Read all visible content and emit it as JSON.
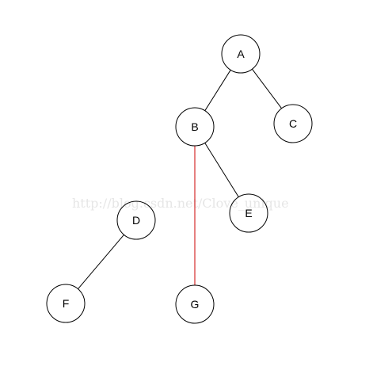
{
  "diagram": {
    "watermark": "http://blog.csdn.net/Clove_unique",
    "colors": {
      "background": "#ffffff",
      "node_stroke": "#000000",
      "edge_default": "#000000",
      "edge_highlight": "#cc0000",
      "watermark": "#e6e6e6"
    },
    "nodes": [
      {
        "id": "A",
        "label": "A"
      },
      {
        "id": "B",
        "label": "B"
      },
      {
        "id": "C",
        "label": "C"
      },
      {
        "id": "D",
        "label": "D"
      },
      {
        "id": "E",
        "label": "E"
      },
      {
        "id": "F",
        "label": "F"
      },
      {
        "id": "G",
        "label": "G"
      }
    ],
    "edges": [
      {
        "from": "A",
        "to": "B",
        "highlight": false
      },
      {
        "from": "A",
        "to": "C",
        "highlight": false
      },
      {
        "from": "B",
        "to": "E",
        "highlight": false
      },
      {
        "from": "B",
        "to": "G",
        "highlight": true
      },
      {
        "from": "D",
        "to": "F",
        "highlight": false
      }
    ]
  }
}
